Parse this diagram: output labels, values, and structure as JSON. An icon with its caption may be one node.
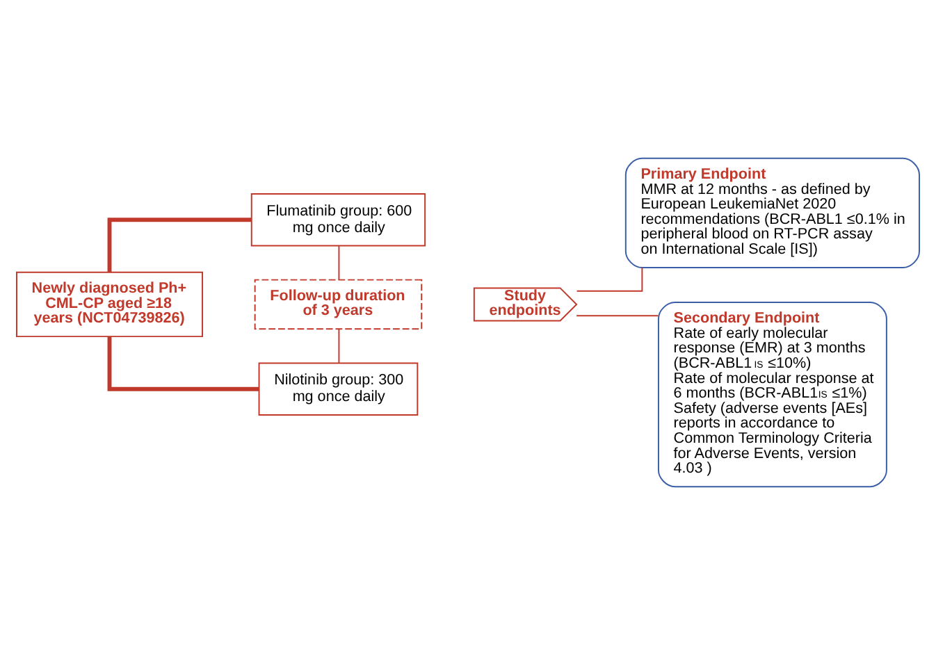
{
  "diagram": {
    "nodes": [
      {
        "text": [
          "Newly diagnosed Ph+ CML-CP aged ≥18 years (NCT04739826)"
        ]
      },
      {
        "text": [
          "Flumatinib group: 600 mg once daily"
        ]
      },
      {
        "text": [
          "Follow-up duration of 3 years"
        ]
      },
      {
        "text": [
          "Nilotinib group: 300 mg once daily"
        ]
      },
      {
        "text": [
          "Study endpoints"
        ]
      },
      {
        "text": [
          "Primary Endpoint",
          "MMR at 12 months - as defined by European LeukemiaNet 2020 recommendations (BCR-ABL1 ≤0.1% in peripheral blood on RT-PCR assay on International Scale [IS])"
        ]
      },
      {
        "text": [
          "Secondary Endpoint",
          "Rate of early molecular response (EMR) at 3 months (BCR-ABL1$^{IS}$ ≤10%)",
          "Rate of molecular response at 6 months (BCR-ABL1$^{IS}$ ≤1%)",
          "Safety (adverse events [AEs] reports in accordance to Common Terminology Criteria for Adverse Events, version 4.03 )"
        ]
      }
    ],
    "edges": [
      {
        "from": 0,
        "to": 1,
        "arrow": "none",
        "style": "thick"
      },
      {
        "from": 0,
        "to": 3,
        "arrow": "none",
        "style": "thick"
      },
      {
        "from": 1,
        "to": 2,
        "arrow": "none"
      },
      {
        "from": 2,
        "to": 3,
        "arrow": "none"
      },
      {
        "from": 4,
        "to": 5,
        "arrow": "none"
      },
      {
        "from": 4,
        "to": 6,
        "arrow": "none"
      }
    ]
  }
}
